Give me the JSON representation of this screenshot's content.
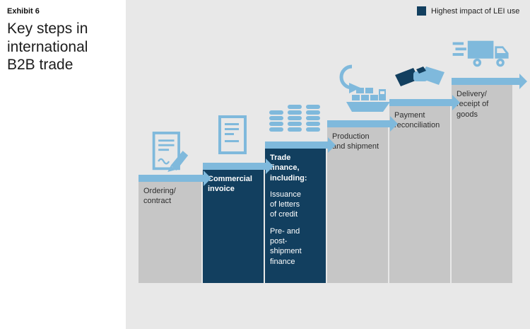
{
  "header": {
    "exhibit_label": "Exhibit 6",
    "title": "Key steps in\ninternational\nB2B trade"
  },
  "legend": {
    "label": "Highest impact of LEI use",
    "color": "#123f5f"
  },
  "colors": {
    "accent_blue": "#7fb9dc",
    "highlight_navy": "#123f5f",
    "bar_gray": "#c6c6c6",
    "panel_gray": "#e8e8e8"
  },
  "steps": [
    {
      "label": "Ordering/\ncontract",
      "highlighted": false,
      "icon": "signed-contract-icon"
    },
    {
      "label": "Commercial\ninvoice",
      "highlighted": true,
      "icon": "invoice-document-icon"
    },
    {
      "label": "Trade\nfinance,\nincluding:",
      "details": [
        "Issuance\nof letters\nof credit",
        "Pre- and\npost-\nshipment\nfinance"
      ],
      "highlighted": true,
      "icon": "coins-icon"
    },
    {
      "label": "Production\nand shipment",
      "highlighted": false,
      "icon": "cargo-ship-icon"
    },
    {
      "label": "Payment\nreconciliation",
      "highlighted": false,
      "icon": "handshake-icon"
    },
    {
      "label": "Delivery/\nreceipt of\ngoods",
      "highlighted": false,
      "icon": "delivery-truck-icon"
    }
  ]
}
